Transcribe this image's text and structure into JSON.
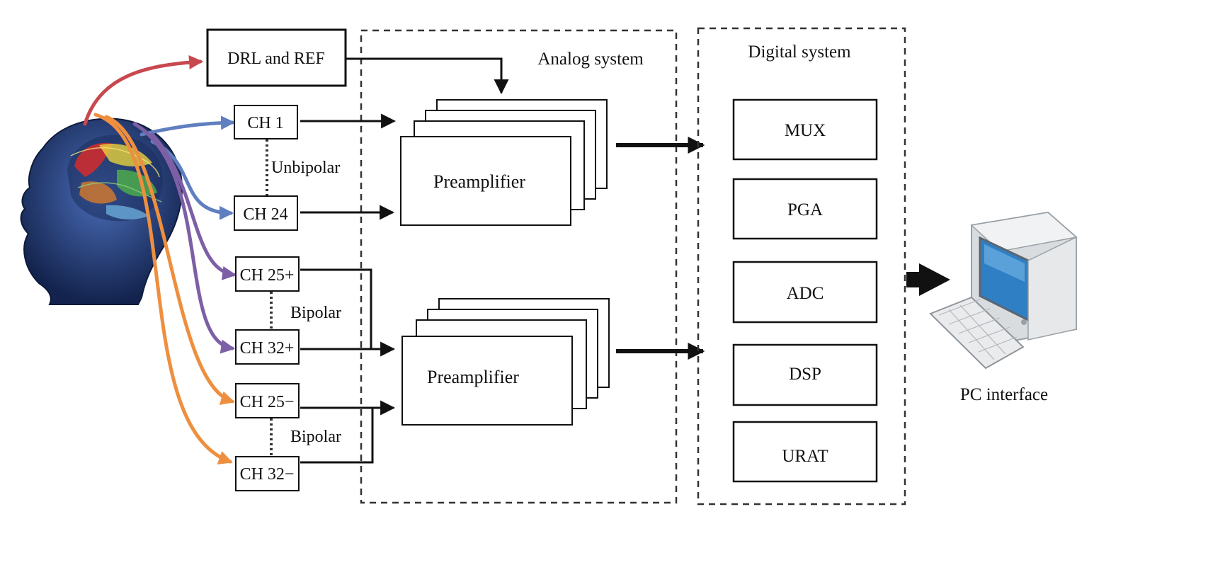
{
  "inputs": {
    "drl_ref": "DRL and REF",
    "ch1": "CH 1",
    "ch24": "CH 24",
    "ch25p": "CH 25+",
    "ch32p": "CH 32+",
    "ch25m": "CH 25−",
    "ch32m": "CH 32−",
    "unbipolar": "Unbipolar",
    "bipolar_1": "Bipolar",
    "bipolar_2": "Bipolar"
  },
  "analog": {
    "title": "Analog system",
    "preamp_top": "Preamplifier",
    "preamp_bottom": "Preamplifier"
  },
  "digital": {
    "title": "Digital system",
    "blocks": [
      "MUX",
      "PGA",
      "ADC",
      "DSP",
      "URAT"
    ]
  },
  "pc": {
    "label": "PC interface"
  },
  "colors": {
    "wire_red": "#c8484f",
    "wire_blue": "#5f7fc0",
    "wire_purple": "#7d5fa6",
    "wire_orange": "#ee8f3f",
    "head": "#22376f",
    "stroke": "#111111"
  },
  "icons": [
    "head-brain-icon",
    "pc-computer-icon"
  ]
}
